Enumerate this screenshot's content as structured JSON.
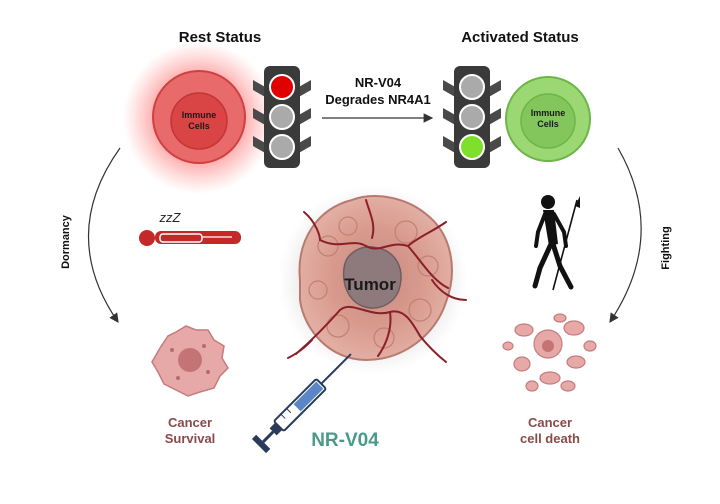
{
  "labels": {
    "rest_status": "Rest Status",
    "activated_status": "Activated Status",
    "arrow_line1": "NR-V04",
    "arrow_line2": "Degrades NR4A1",
    "immune_line1": "Immune",
    "immune_line2": "Cells",
    "dormancy": "Dormancy",
    "fighting": "Fighting",
    "sleep_z": "zzZ",
    "tumor": "Tumor",
    "cancer_survival_line1": "Cancer",
    "cancer_survival_line2": "Survival",
    "cancer_death_line1": "Cancer",
    "cancer_death_line2": "cell death",
    "drug": "NR-V04"
  },
  "colors": {
    "rest_red": "#e03a3a",
    "activated_green": "#8fd36a",
    "traffic_red": "#e00000",
    "traffic_green": "#7ee02a",
    "tumor_pink": "#d9968a",
    "vessel": "#8a1f2a",
    "drug_teal": "#4a9a8c",
    "outcome_brown": "#8a4a4a"
  },
  "icons": {
    "rest_light": "traffic-light-red-icon",
    "active_light": "traffic-light-green-icon",
    "sleeping": "sleeping-person-icon",
    "walking": "walking-hunter-icon",
    "syringe": "syringe-icon"
  }
}
